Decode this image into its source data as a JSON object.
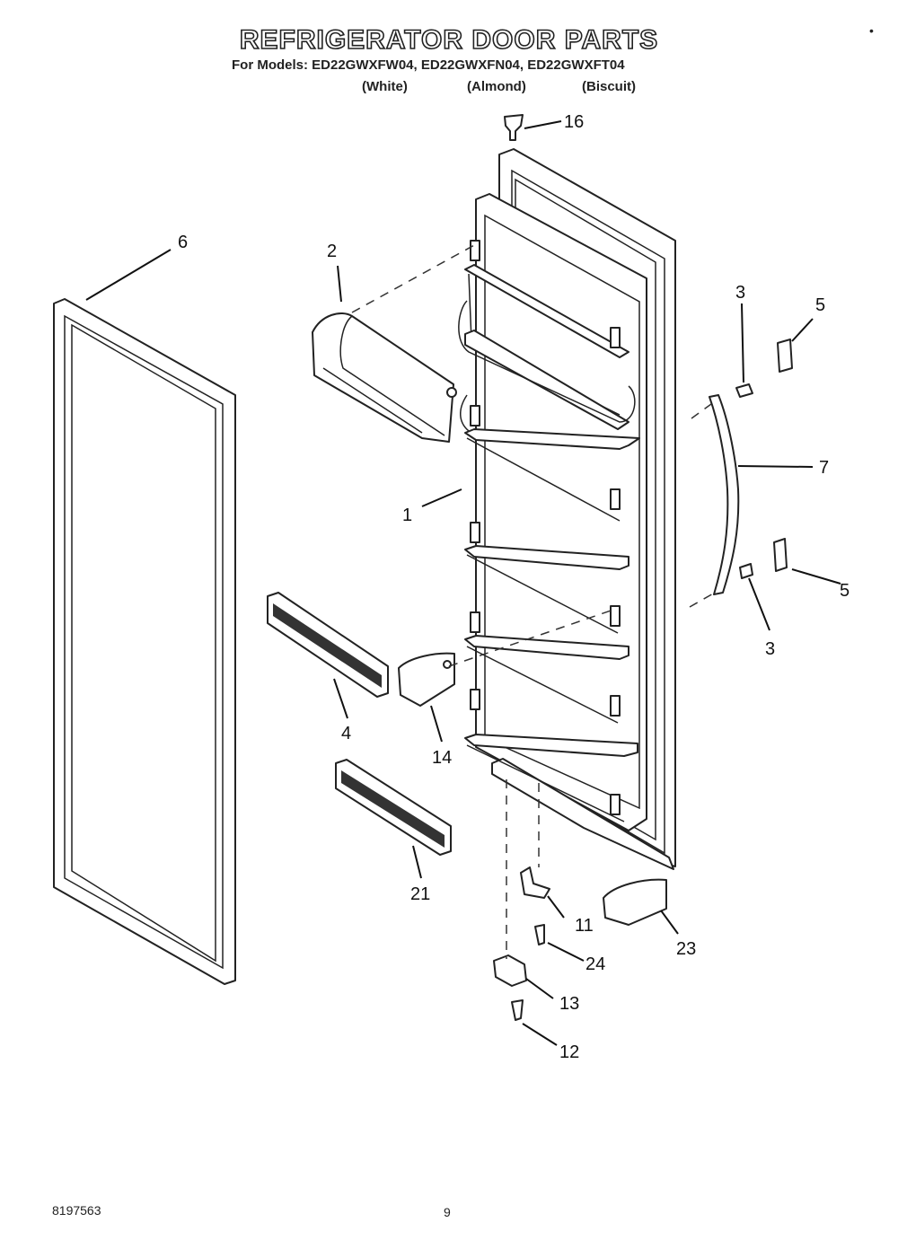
{
  "header": {
    "title": "REFRIGERATOR DOOR PARTS",
    "models_line": "For Models: ED22GWXFW04, ED22GWXFN04, ED22GWXFT04",
    "colors": [
      "(White)",
      "(Almond)",
      "(Biscuit)"
    ]
  },
  "callouts": [
    "16",
    "6",
    "2",
    "3",
    "5",
    "7",
    "1",
    "5",
    "3",
    "4",
    "14",
    "21",
    "11",
    "23",
    "24",
    "13",
    "12"
  ],
  "footer": {
    "code": "8197563",
    "page": "9",
    "mark": "•"
  }
}
